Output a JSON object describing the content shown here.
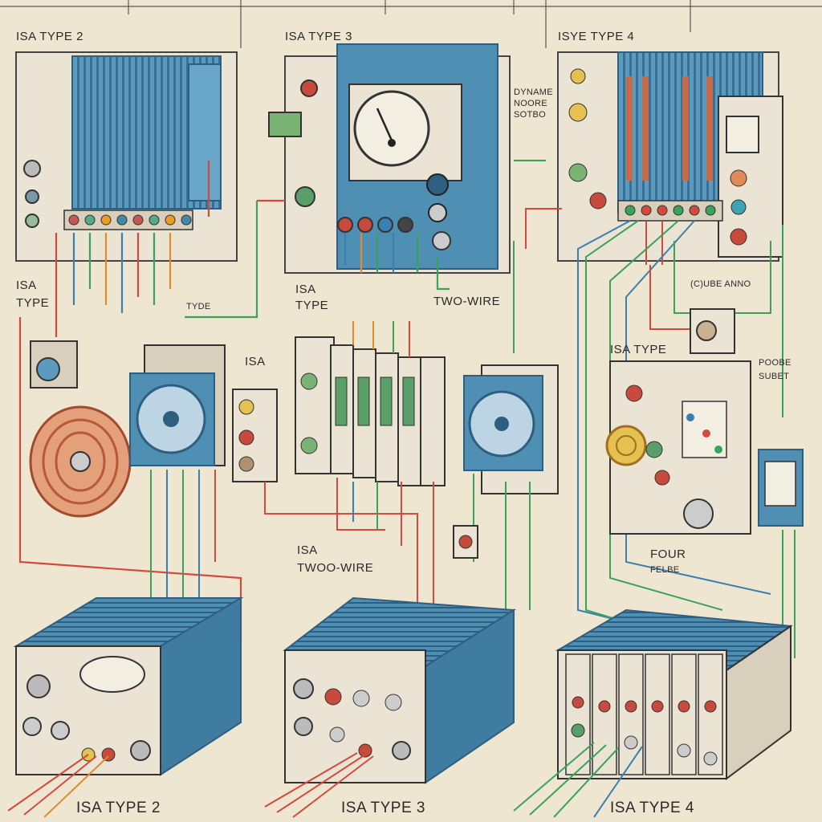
{
  "diagram": {
    "labels": {
      "top_type2": "ISA TYPE 2",
      "top_type3": "ISA TYPE 3",
      "top_type4": "ISYE TYPE 4",
      "left_isa": "ISA",
      "left_type": "TYPE",
      "isa_type_center": "ISA",
      "type_center": "TYPE",
      "tyde": "TYDE",
      "two_wire_upper": "TWO-WIRE",
      "isa_small": "ISA",
      "isa_mid": "ISA",
      "two_wire_lower": "TWOO-WIRE",
      "isa_type_right": "ISA TYPE",
      "four": "FOUR",
      "four_sub": "FELBE",
      "probe": "POOBE",
      "subet": "SUBET",
      "cube_label": "(C)UBE ANNO",
      "dynamic_note_1": "DYNAME",
      "dynamic_note_2": "NOORE",
      "dynamic_note_3": "SOTBO",
      "bottom_type2": "ISA TYPE 2",
      "bottom_type3": "ISA TYPE 3",
      "bottom_type4": "ISA TYPE 4"
    },
    "colors": {
      "background": "#efe6d2",
      "panel": "#ebe4d4",
      "enclosure_blue": "#4f8fb4",
      "enclosure_dark": "#2f5f80",
      "wire_red": "#d24a3c",
      "wire_green": "#3aa35a",
      "wire_blue": "#3b7fb0",
      "wire_orange": "#e08a2c"
    }
  }
}
